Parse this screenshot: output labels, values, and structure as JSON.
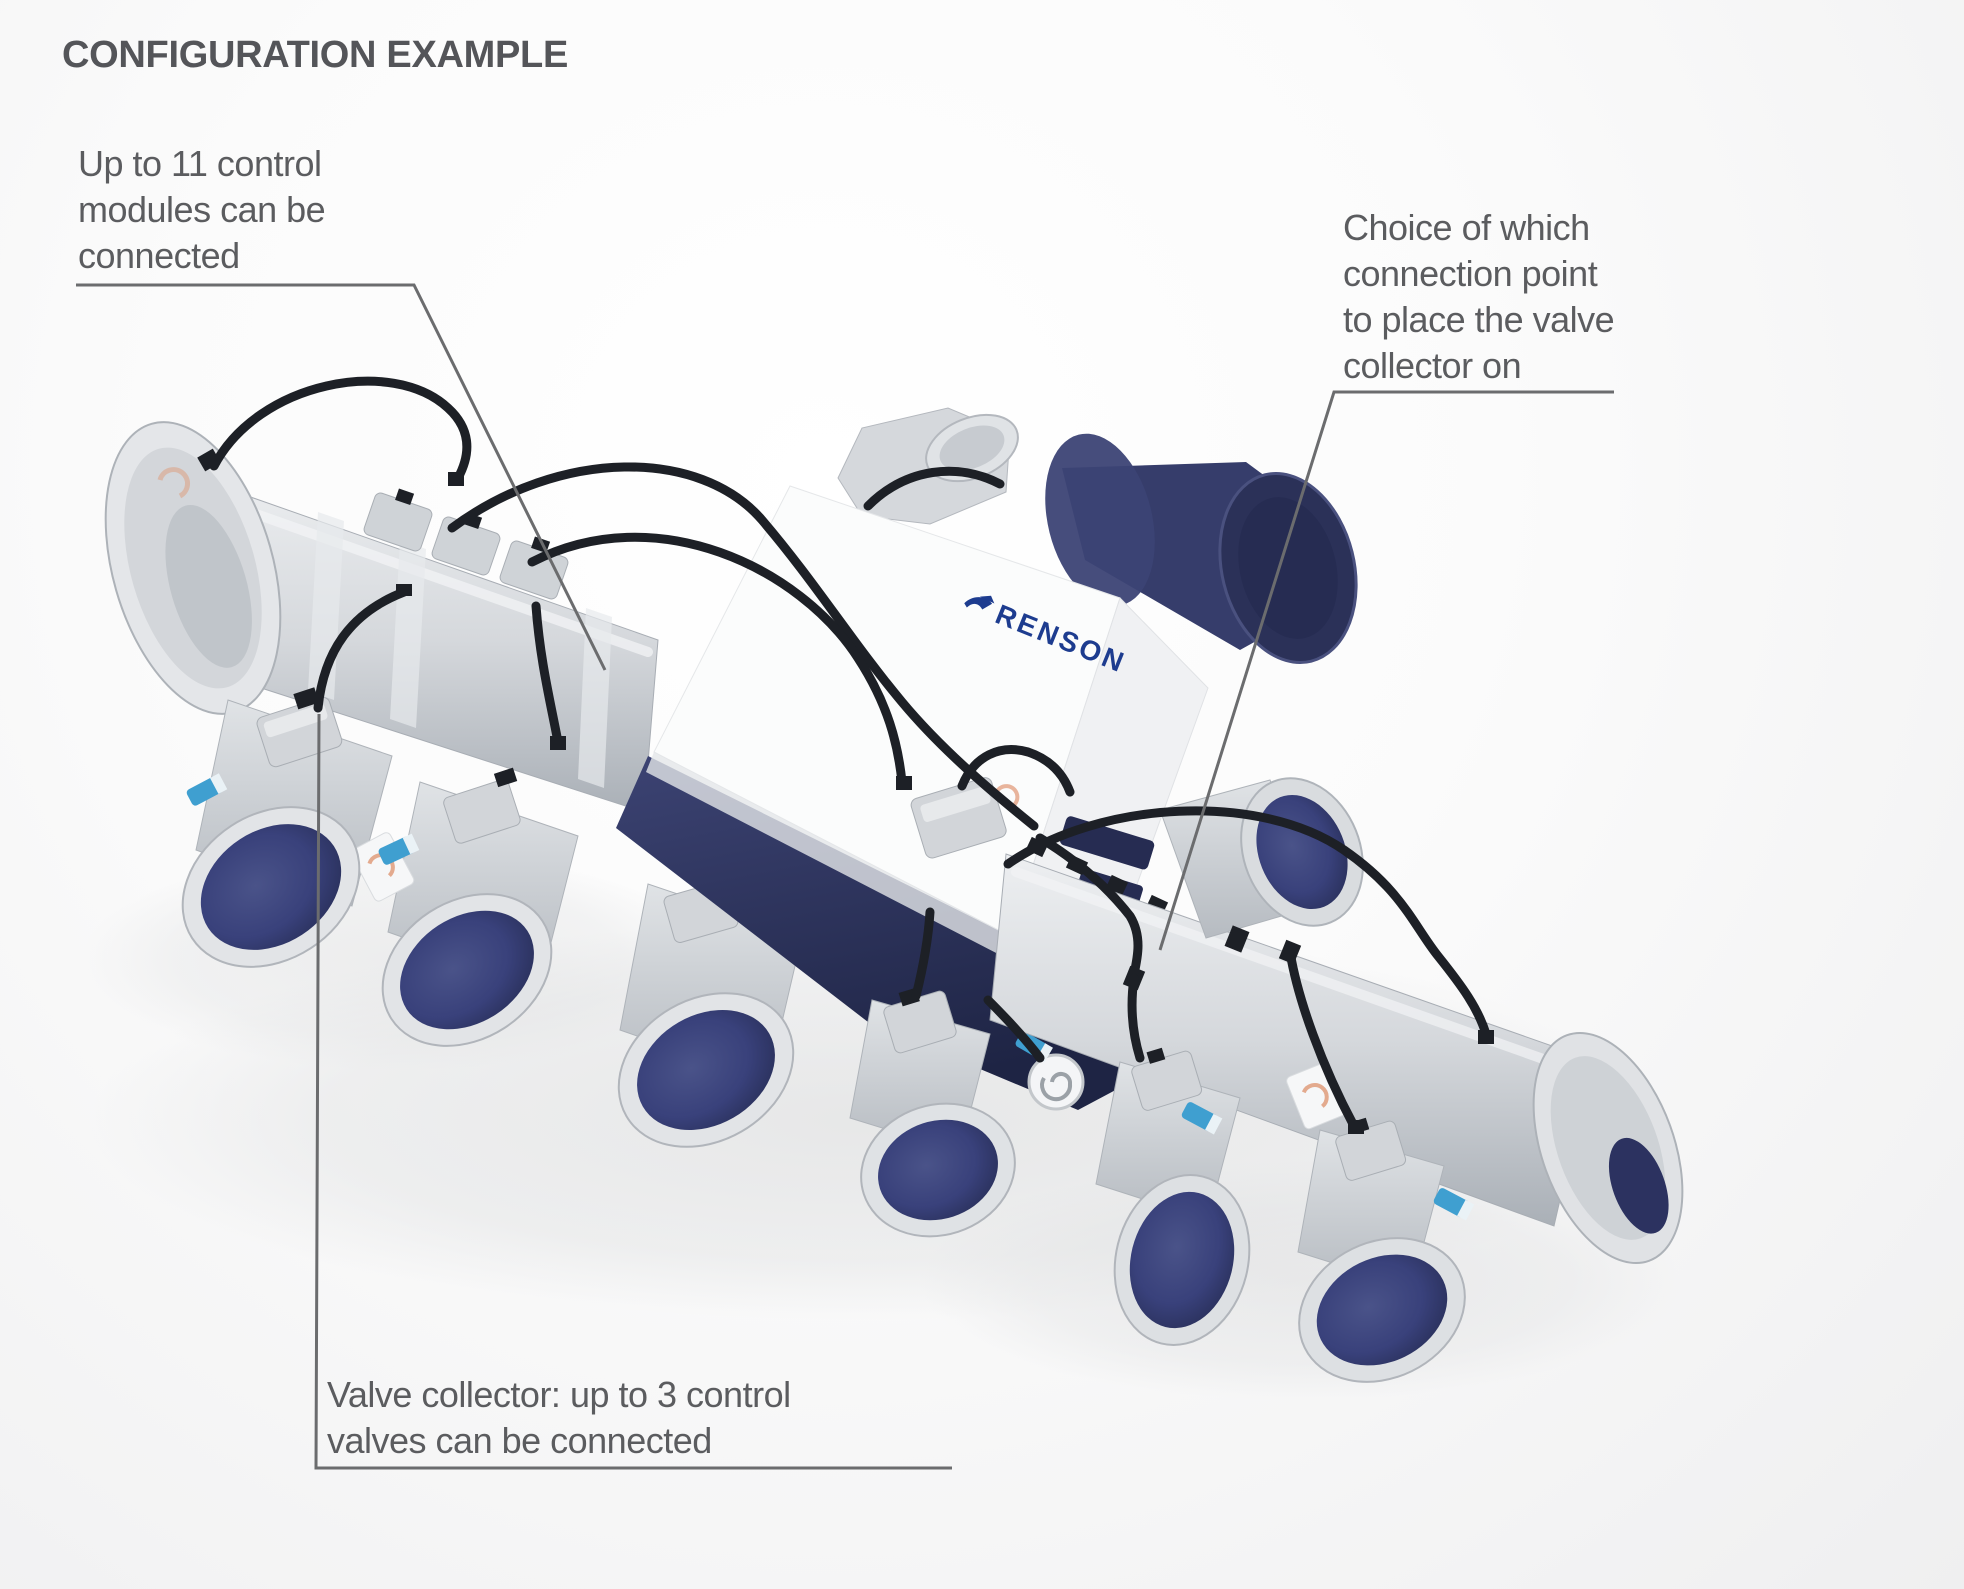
{
  "title": "CONFIGURATION EXAMPLE",
  "callouts": {
    "control_modules": {
      "lines": [
        "Up to 11 control",
        "modules can be",
        "connected"
      ]
    },
    "connection_point": {
      "lines": [
        "Choice of which",
        "connection point",
        "to place the valve",
        "collector on"
      ]
    },
    "valve_collector": {
      "lines": [
        "Valve collector: up to 3 control",
        "valves can be connected"
      ]
    }
  },
  "device": {
    "brand": "RENSON"
  },
  "colors": {
    "heading_text": "#545559",
    "callout_text": "#5b5c5f",
    "callout_line": "#6b6c6e",
    "navy": "#262c52",
    "valve_blue": "#39417b",
    "tube_gray": "#d5d8dc",
    "logo_blue": "#1d3c8f",
    "teal_connector": "#3f9fd0",
    "cable_black": "#1d2026"
  }
}
